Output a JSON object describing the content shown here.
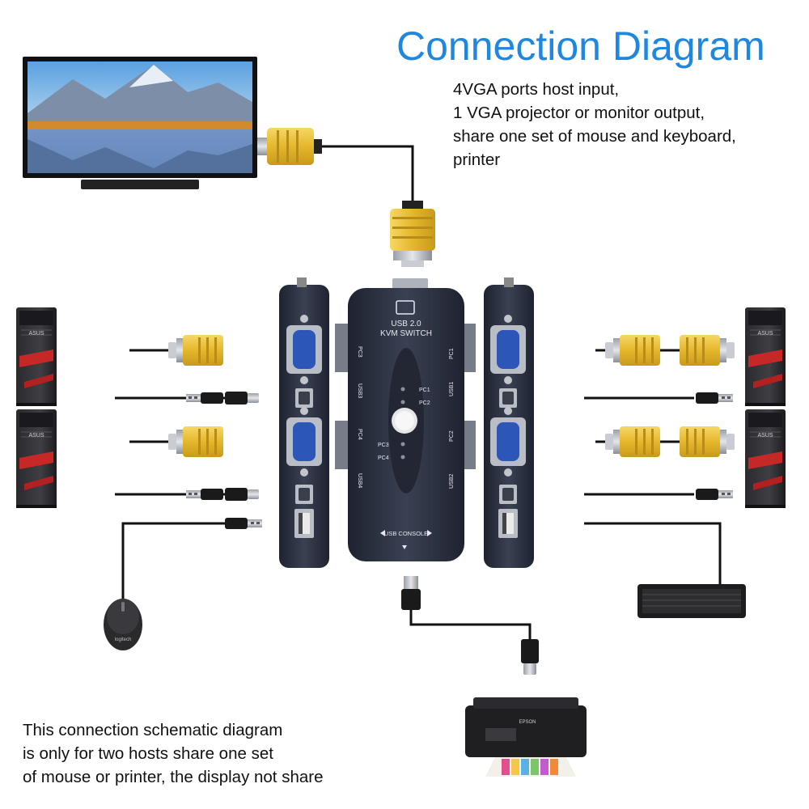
{
  "title": "Connection Diagram",
  "description": [
    "4VGA ports host input,",
    "1 VGA projector or monitor output,",
    "share one set of mouse and keyboard,",
    "printer"
  ],
  "note": [
    "This connection schematic diagram",
    "is only for two hosts share one set",
    "of mouse or printer, the display not share"
  ],
  "switch": {
    "name_line1": "USB 2.0",
    "name_line2": "KVM SWITCH",
    "pc1": "PC1",
    "pc2": "PC2",
    "pc3": "PC3",
    "pc4": "PC4",
    "usb1": "USB1",
    "usb2": "USB2",
    "usb3": "USB3",
    "usb4": "USB4",
    "console": "USB CONSOLE"
  },
  "computer_brand": "ASUS",
  "mouse_brand": "logitech",
  "printer_brand": "EPSON",
  "colors": {
    "title": "#1f87e0",
    "vga_connector": "#e9c33a",
    "switch_body": "#2b2f3c",
    "cable": "#111111"
  }
}
